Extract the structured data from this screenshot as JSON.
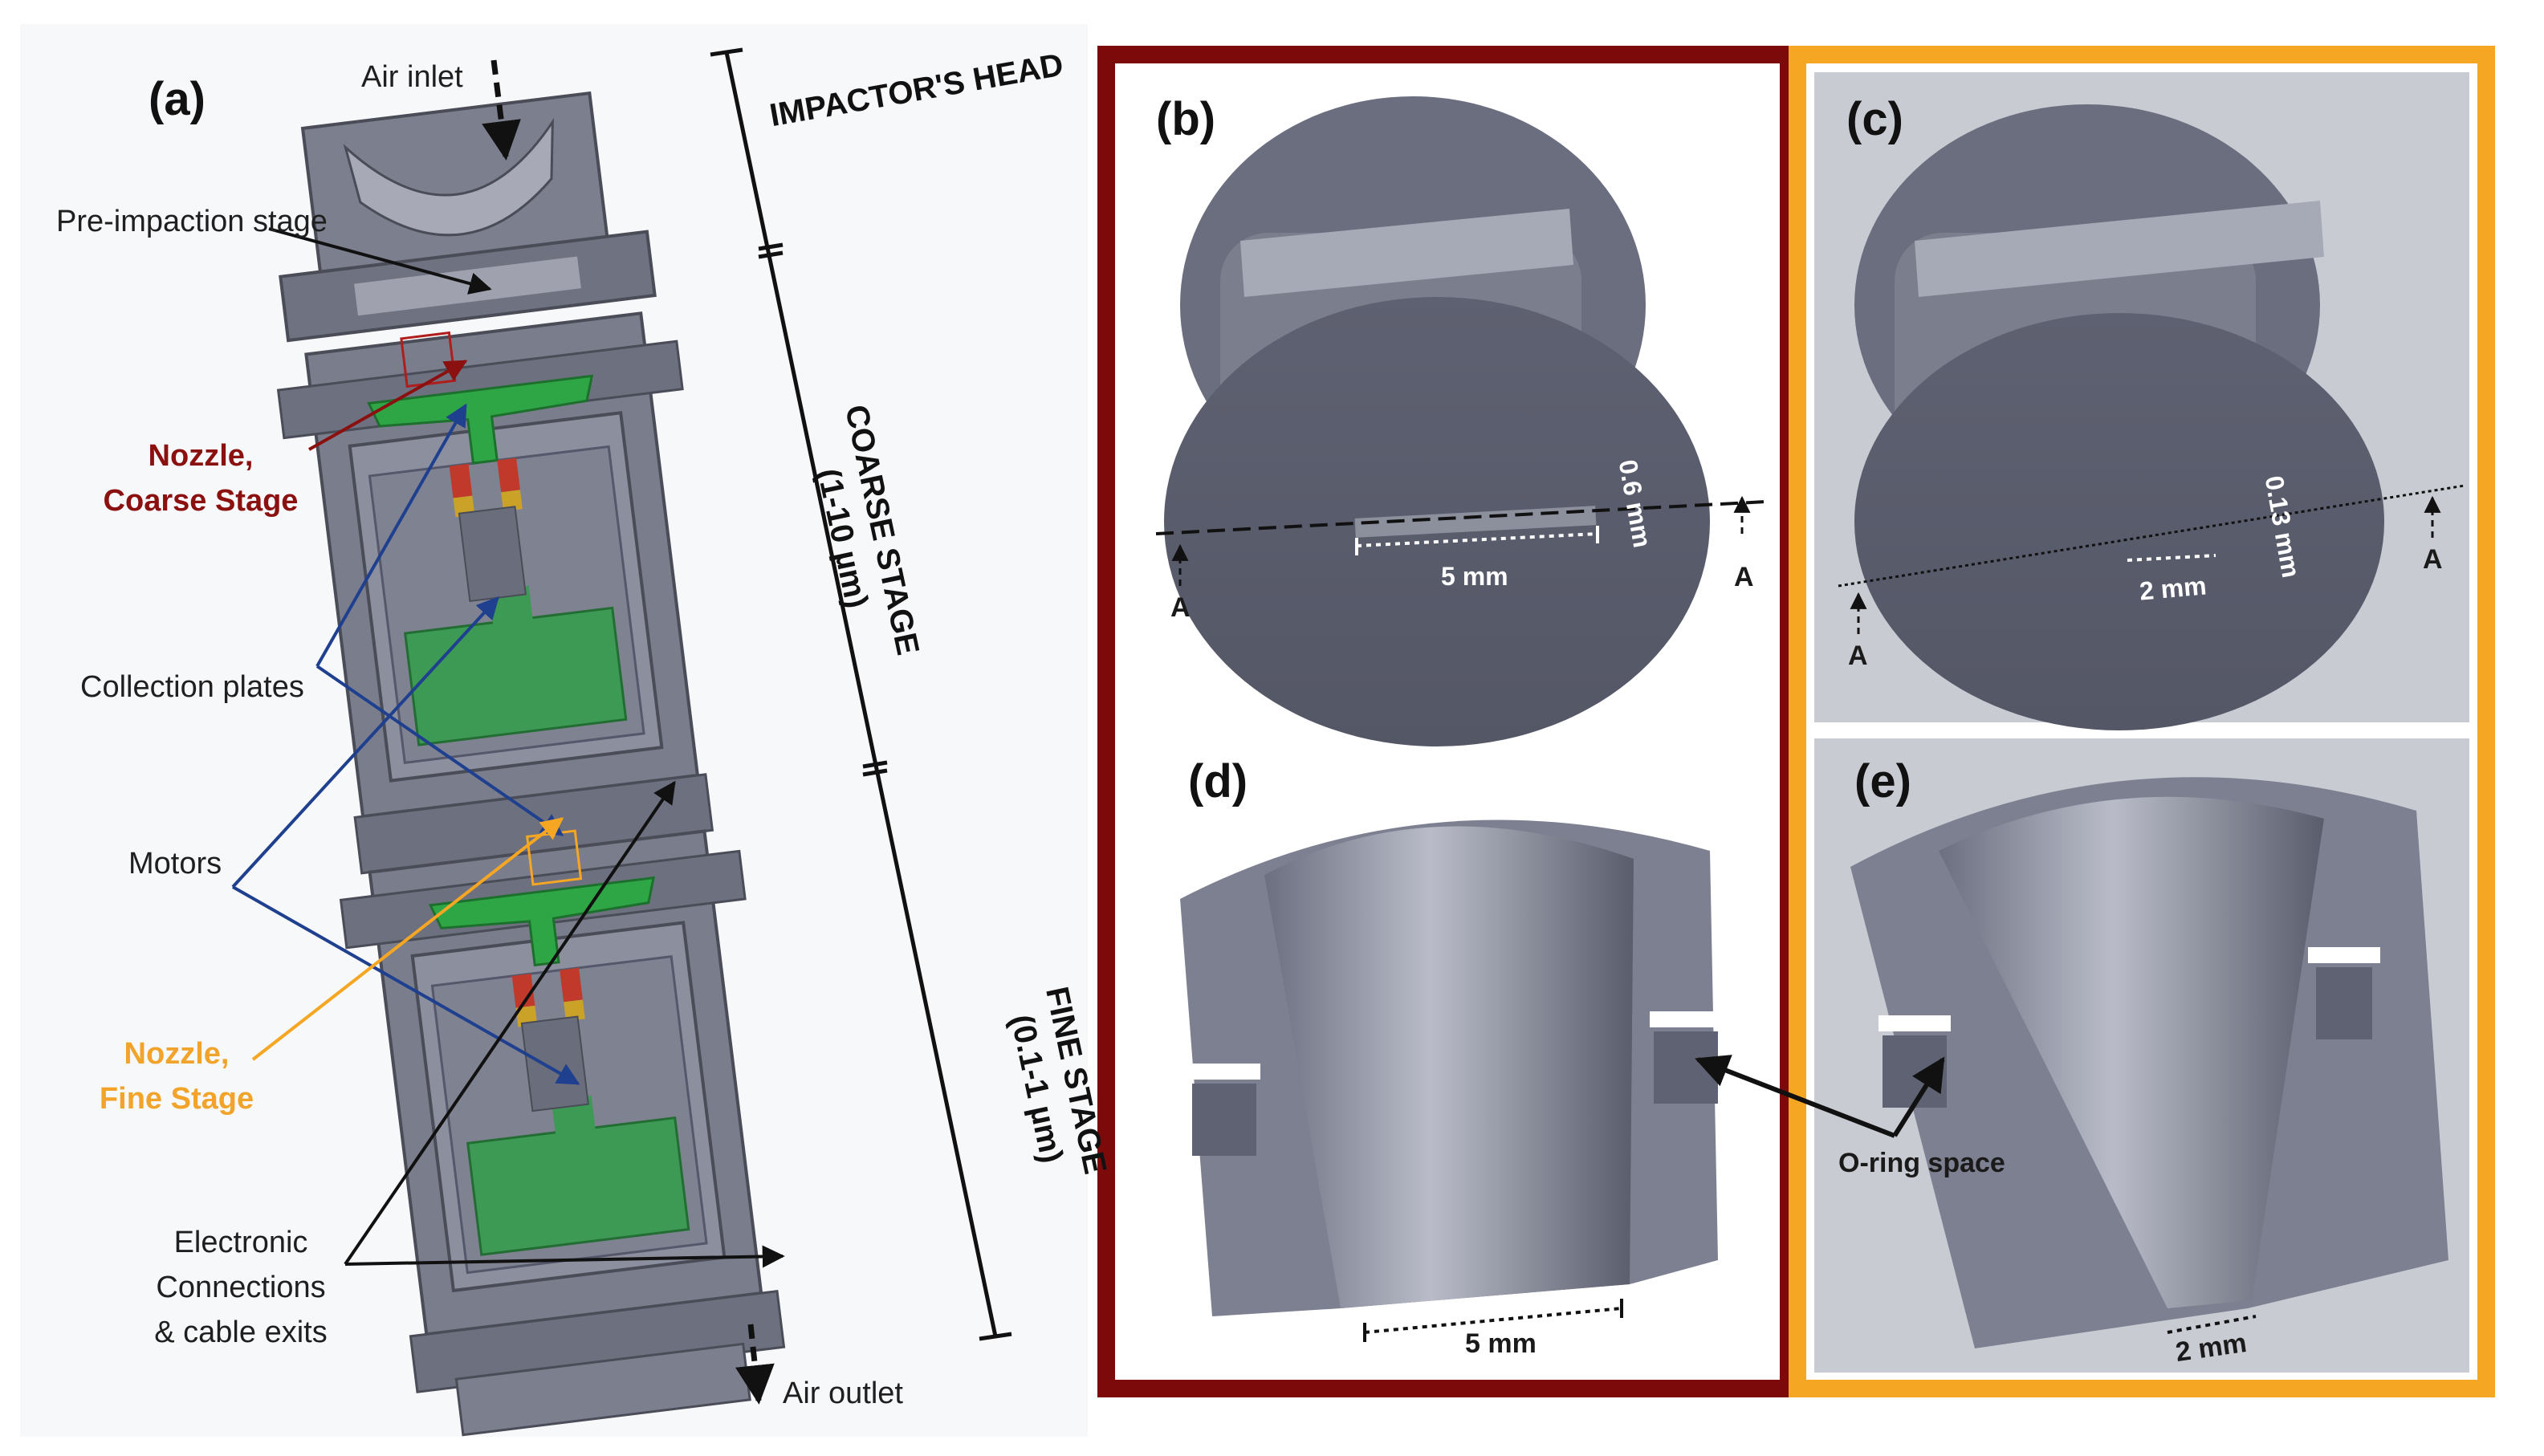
{
  "panels": {
    "a": "(a)",
    "b": "(b)",
    "c": "(c)",
    "d": "(d)",
    "e": "(e)"
  },
  "panel_a": {
    "air_inlet": "Air inlet",
    "air_outlet": "Air outlet",
    "pre_impaction": "Pre-impaction stage",
    "nozzle_coarse_line1": "Nozzle,",
    "nozzle_coarse_line2": "Coarse Stage",
    "collection_plates": "Collection plates",
    "motors": "Motors",
    "nozzle_fine_line1": "Nozzle,",
    "nozzle_fine_line2": "Fine Stage",
    "electronic_line1": "Electronic",
    "electronic_line2": "Connections",
    "electronic_line3": "& cable exits",
    "impactor_head": "IMPACTOR'S HEAD",
    "coarse_stage_line1": "COARSE STAGE",
    "coarse_stage_line2": "(1-10 µm)",
    "fine_stage_line1": "FINE STAGE",
    "fine_stage_line2": "(0.1-1 µm)"
  },
  "panel_b": {
    "width_dim": "5 mm",
    "height_dim": "0.6 mm",
    "section_left": "A",
    "section_right": "A"
  },
  "panel_c": {
    "width_dim": "2 mm",
    "height_dim": "0.13 mm",
    "section_left": "A",
    "section_right": "A"
  },
  "panel_d": {
    "width_dim": "5 mm"
  },
  "panel_e": {
    "width_dim": "2 mm"
  },
  "oring_label": "O-ring space",
  "colors": {
    "coarse_frame": "#7d0a0a",
    "fine_frame": "#f5a623",
    "plate_green": "#2f9e45",
    "metal": "#8a8d99"
  }
}
